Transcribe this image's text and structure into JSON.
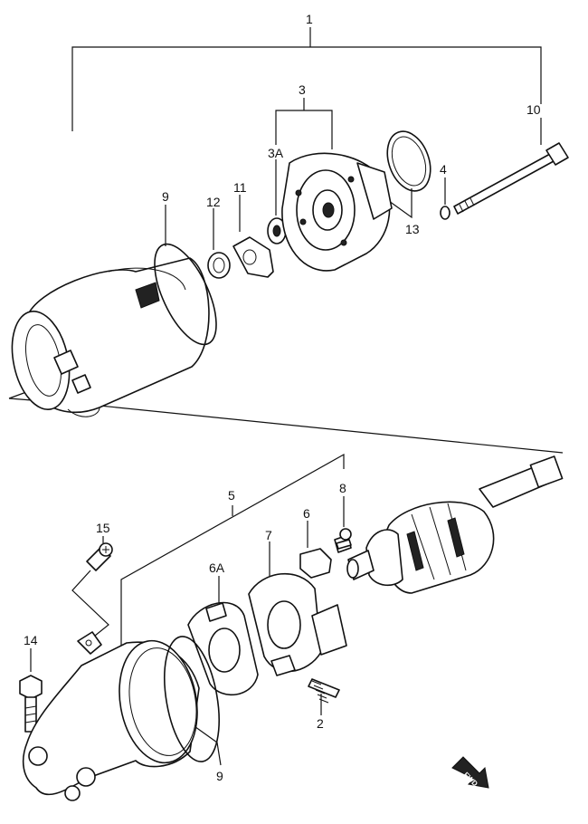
{
  "callouts": {
    "c1": "1",
    "c2": "2",
    "c3": "3",
    "c3a": "3A",
    "c4": "4",
    "c5": "5",
    "c6": "6",
    "c6a": "6A",
    "c7": "7",
    "c8": "8",
    "c9_top": "9",
    "c9_bottom": "9",
    "c10": "10",
    "c11": "11",
    "c12": "12",
    "c13": "13",
    "c14": "14",
    "c15": "15"
  },
  "fwd_arrow": {
    "label": "FWD",
    "icon": "forward-arrow-icon"
  }
}
